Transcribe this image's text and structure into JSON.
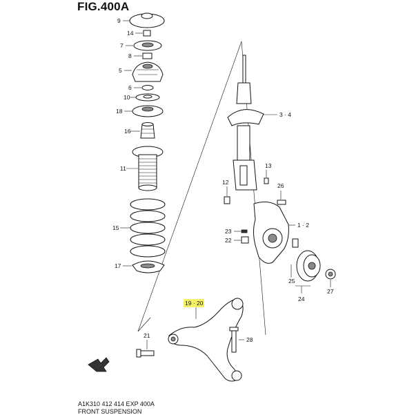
{
  "figure": {
    "title": "FIG.400A",
    "footer_code": "A1K310 412 414 EXP 400A",
    "footer_name": "FRONT SUSPENSION"
  },
  "callouts": {
    "p9": "9",
    "p14": "14",
    "p7": "7",
    "p8": "8",
    "p5": "5",
    "p6": "6",
    "p10": "10",
    "p18": "18",
    "p16": "16",
    "p11": "11",
    "p15": "15",
    "p17": "17",
    "p34": "3 · 4",
    "p13": "13",
    "p12": "12",
    "p26": "26",
    "p23": "23",
    "p22": "22",
    "p12b": "1 · 2",
    "p25": "25",
    "p24": "24",
    "p27": "27",
    "p1920": "19 · 20",
    "p21": "21",
    "p28": "28"
  },
  "colors": {
    "highlight": "#f5f26a",
    "line": "#111111"
  }
}
